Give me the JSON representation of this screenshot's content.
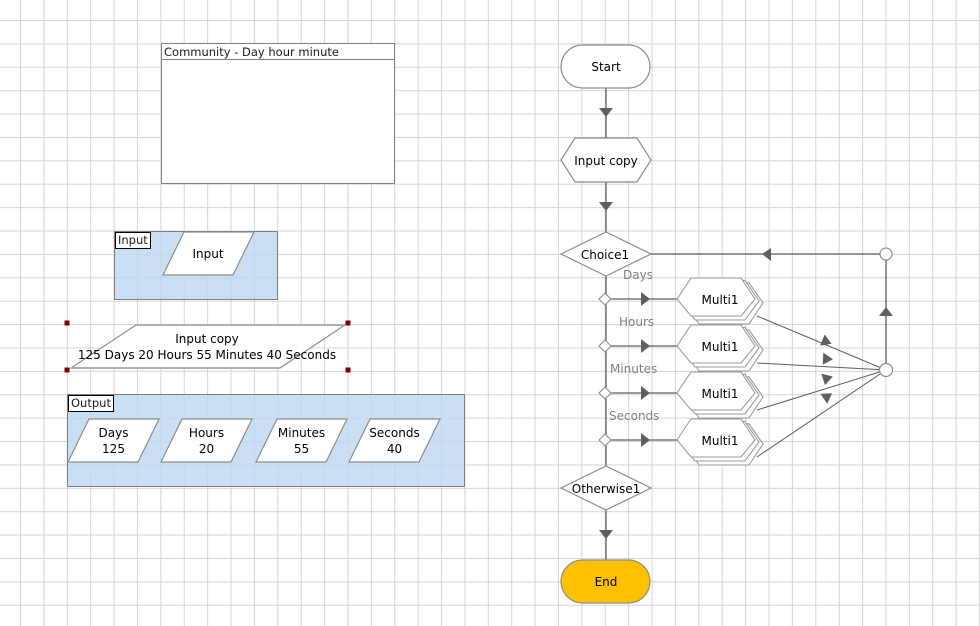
{
  "community": {
    "title": "Community - Day hour minute"
  },
  "input_group": {
    "label": "Input",
    "node_label": "Input"
  },
  "input_copy_node": {
    "title": "Input copy",
    "value": "125 Days 20 Hours 55 Minutes 40 Seconds",
    "selected": true
  },
  "output_group": {
    "label": "Output",
    "items": [
      {
        "name": "Days",
        "value": "125"
      },
      {
        "name": "Hours",
        "value": "20"
      },
      {
        "name": "Minutes",
        "value": "55"
      },
      {
        "name": "Seconds",
        "value": "40"
      }
    ]
  },
  "flow": {
    "start": "Start",
    "input_copy": "Input copy",
    "choice": "Choice1",
    "branches": [
      {
        "condition": "Days",
        "target": "Multi1"
      },
      {
        "condition": "Hours",
        "target": "Multi1"
      },
      {
        "condition": "Minutes",
        "target": "Multi1"
      },
      {
        "condition": "Seconds",
        "target": "Multi1"
      }
    ],
    "otherwise": "Otherwise1",
    "end": "End"
  },
  "colors": {
    "group_fill": "#c9dff4",
    "end_fill": "#ffc000",
    "selection_handle": "#800000",
    "connector": "#606060"
  }
}
